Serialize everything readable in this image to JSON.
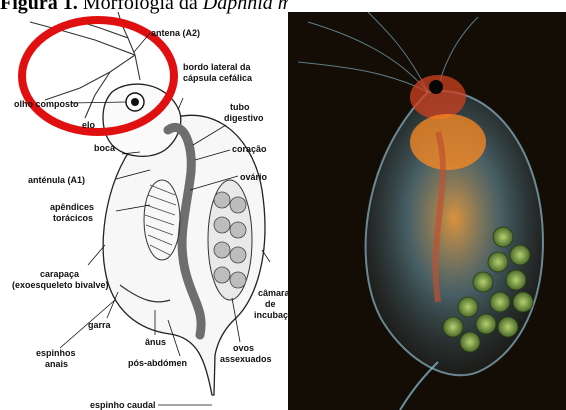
{
  "figure": {
    "number_label": "Figura 1.",
    "caption_text": "Morfologia da ",
    "caption_species": "Daphnia magna."
  },
  "labels": {
    "antena": "antena (A2)",
    "olho": "olho composto",
    "olho_occluded": "olho ",
    "olho_end": "posto",
    "ocelo": "elo",
    "bordo_l1": "bordo lateral da",
    "bordo_l2": "cápsula cefálica",
    "tubo_l1": "tubo",
    "tubo_l2": "digestivo",
    "boca": "boca",
    "coracao": "coração",
    "antenula": "anténula (A1)",
    "ovario": "ovário",
    "apendices_l1": "apêndices",
    "apendices_l2": "torácicos",
    "carapaca_l1": "carapaça",
    "carapaca_l2": "(exoesqueleto bivalve)",
    "camara_l1": "câmara",
    "camara_l2": "de",
    "camara_l3": "incubação",
    "garra": "garra",
    "anus": "ânus",
    "ovos_l1": "ovos",
    "ovos_l2": "assexuados",
    "espinhos_l1": "espinhos",
    "espinhos_l2": "anais",
    "posabdomen": "pós-abdómen",
    "espinho_caudal": "espinho caudal"
  },
  "colors": {
    "highlight_ring": "#e01010",
    "digestive_tube": "#6e6e6e",
    "photo_background": "#140d06"
  }
}
